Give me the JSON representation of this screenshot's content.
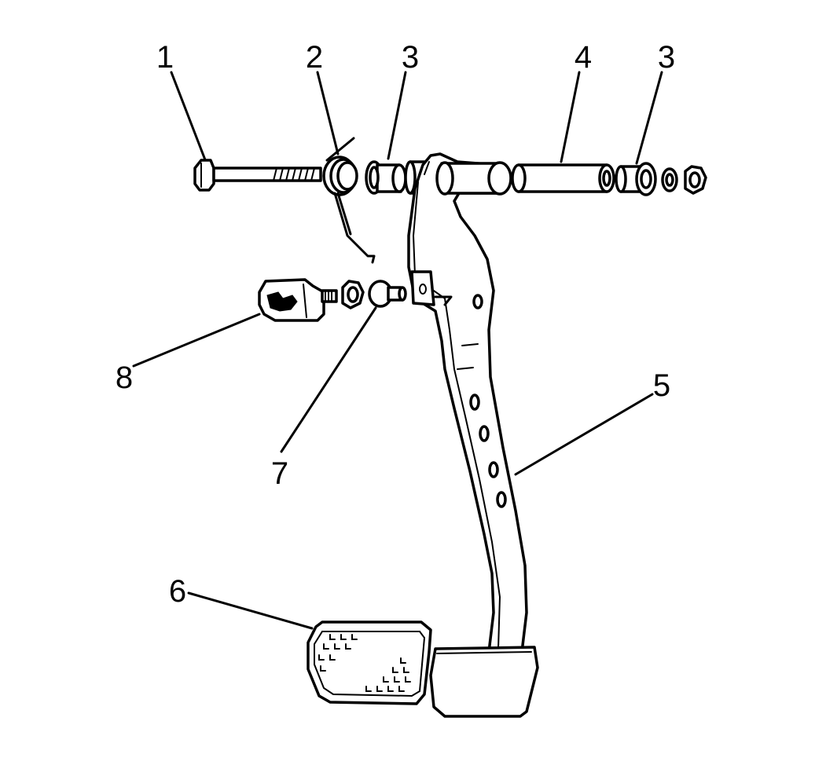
{
  "callouts": {
    "c1": "1",
    "c2": "2",
    "c3a": "3",
    "c4": "4",
    "c3b": "3",
    "c5": "5",
    "c6": "6",
    "c7": "7",
    "c8": "8"
  },
  "colors": {
    "line": "#000000",
    "background": "#ffffff"
  }
}
